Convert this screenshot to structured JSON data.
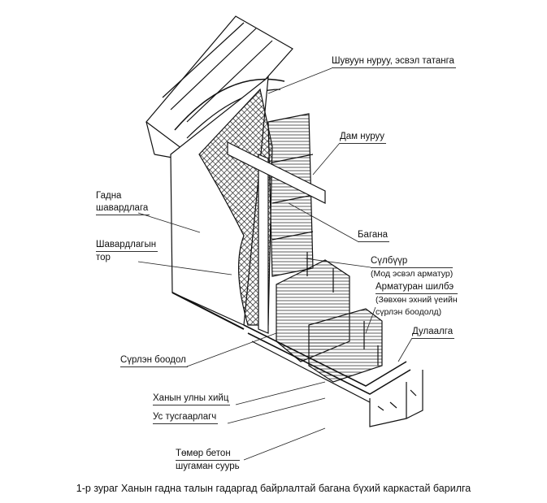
{
  "labels": {
    "ridge": "Шувуун нуруу, эсвэл татанга",
    "beam": "Дам нуруу",
    "exterior_plaster_1": "Гадна",
    "exterior_plaster_2": "шавардлага",
    "post": "Багана",
    "plaster_mesh_1": "Шавардлагын",
    "plaster_mesh_2": "тор",
    "tie": "Сүлбүүр",
    "tie_note": "(Мод эсвэл арматур)",
    "rebar": "Арматуран шилбэ",
    "rebar_note_1": "(Зөвхөн эхний үеийн",
    "rebar_note_2": "сүрлэн боодолд)",
    "insulation": "Дулаалга",
    "straw_bale": "Сүрлэн боодол",
    "wall_sill": "Ханын улны хийц",
    "waterproofing": "Ус тусгаарлагч",
    "foundation_1": "Төмөр бетон",
    "foundation_2": "шугаман суурь"
  },
  "caption": "1-р зураг Ханын гадна талын гадаргад байрлалтай багана бүхий каркастай барилга"
}
